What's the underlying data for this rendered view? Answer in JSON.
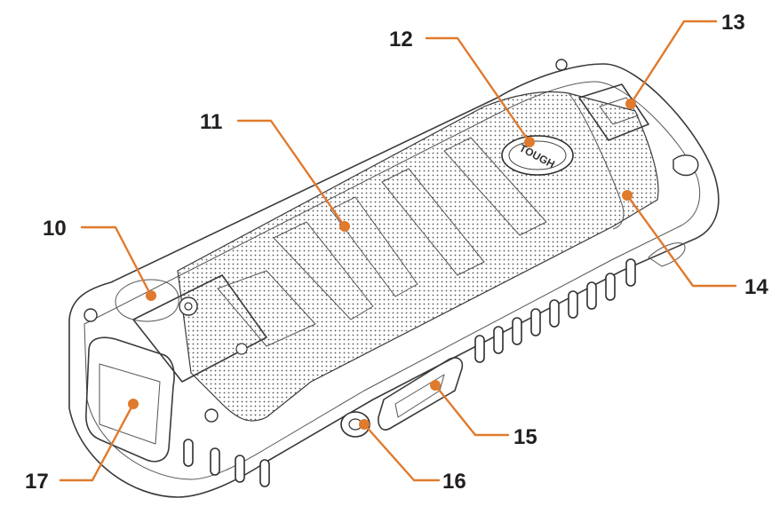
{
  "diagram": {
    "accent_color": "#E07A2D",
    "text_color": "#231F20",
    "callouts": [
      {
        "id": "10",
        "label": "10"
      },
      {
        "id": "11",
        "label": "11"
      },
      {
        "id": "12",
        "label": "12"
      },
      {
        "id": "13",
        "label": "13"
      },
      {
        "id": "14",
        "label": "14"
      },
      {
        "id": "15",
        "label": "15"
      },
      {
        "id": "16",
        "label": "16"
      },
      {
        "id": "17",
        "label": "17"
      }
    ],
    "logo_text": "TOUGH"
  }
}
